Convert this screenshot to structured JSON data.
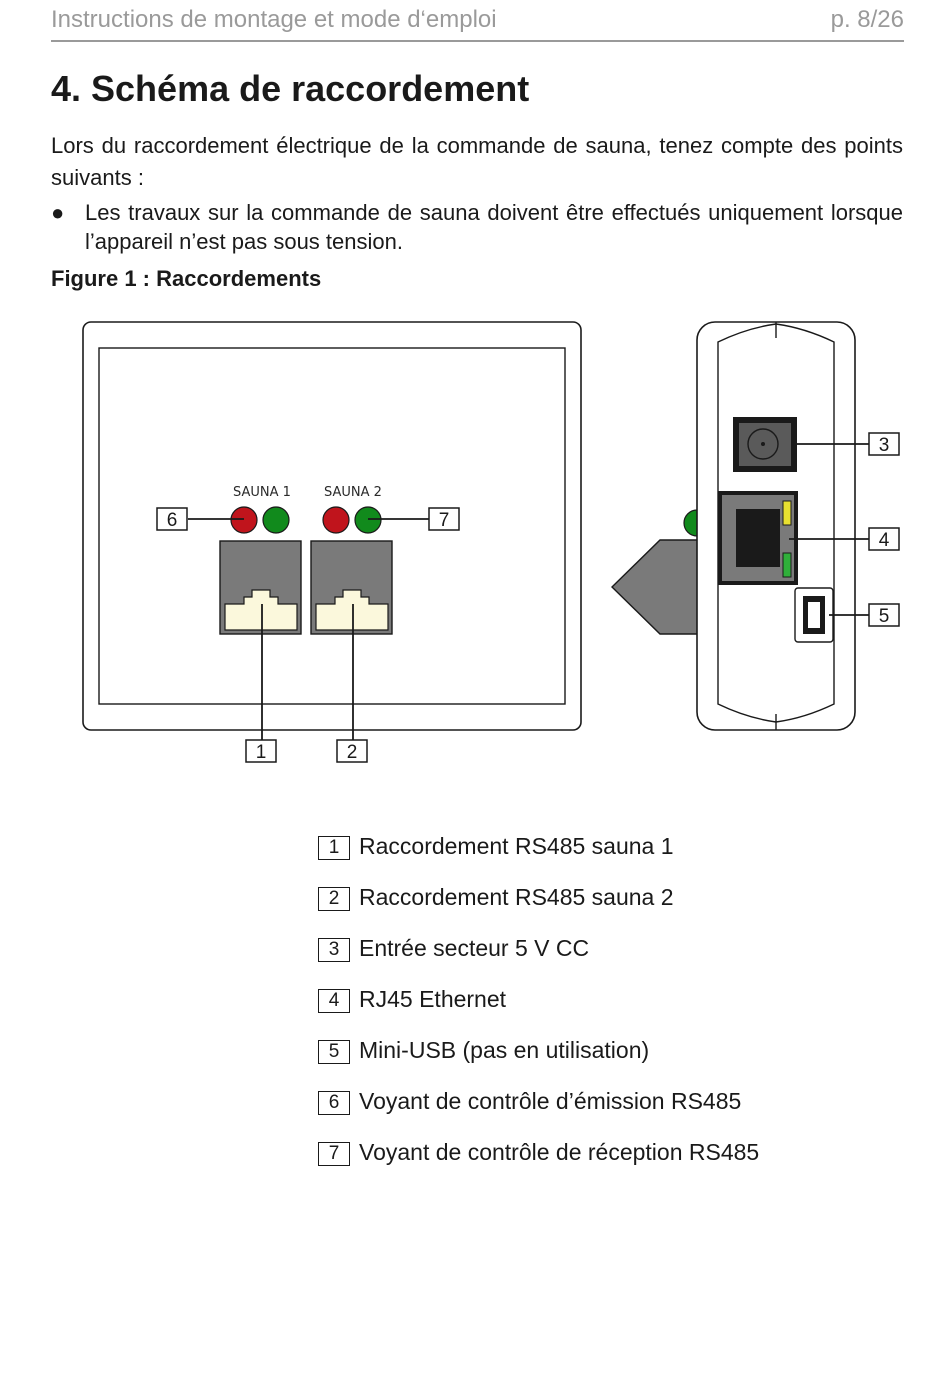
{
  "header": {
    "doc_title": "Instructions de montage et mode d‘emploi",
    "page": "p. 8/26"
  },
  "section": {
    "title": "4. Schéma de raccordement",
    "intro": "Lors du raccordement électrique de la commande de sauna, tenez compte des points suivants :",
    "bullets": [
      "Les travaux sur la commande de sauna doivent être effectués uniquement lorsque l’appareil n’est pas sous tension."
    ],
    "bullet_symbol": "●"
  },
  "figure": {
    "caption": "Figure 1 : Raccordements",
    "labels": {
      "sauna1": "SAUNA 1",
      "sauna2": "SAUNA 2"
    },
    "callouts": [
      "1",
      "2",
      "3",
      "4",
      "5",
      "6",
      "7"
    ],
    "colors": {
      "led_red": "#c0141c",
      "led_green": "#118a1c",
      "port_grey": "#7a7a7a",
      "port_cream": "#fbf8dc",
      "usb_yellow": "#e8e030",
      "usb_green": "#2fb03a"
    }
  },
  "legend": [
    {
      "num": "1",
      "text": "Raccordement RS485 sauna 1"
    },
    {
      "num": "2",
      "text": "Raccordement RS485 sauna 2"
    },
    {
      "num": "3",
      "text": "Entrée secteur 5 V CC"
    },
    {
      "num": "4",
      "text": "RJ45 Ethernet"
    },
    {
      "num": "5",
      "text": "Mini-USB (pas en utilisation)"
    },
    {
      "num": "6",
      "text": "Voyant de contrôle d’émission RS485"
    },
    {
      "num": "7",
      "text": "Voyant de contrôle de réception RS485"
    }
  ]
}
